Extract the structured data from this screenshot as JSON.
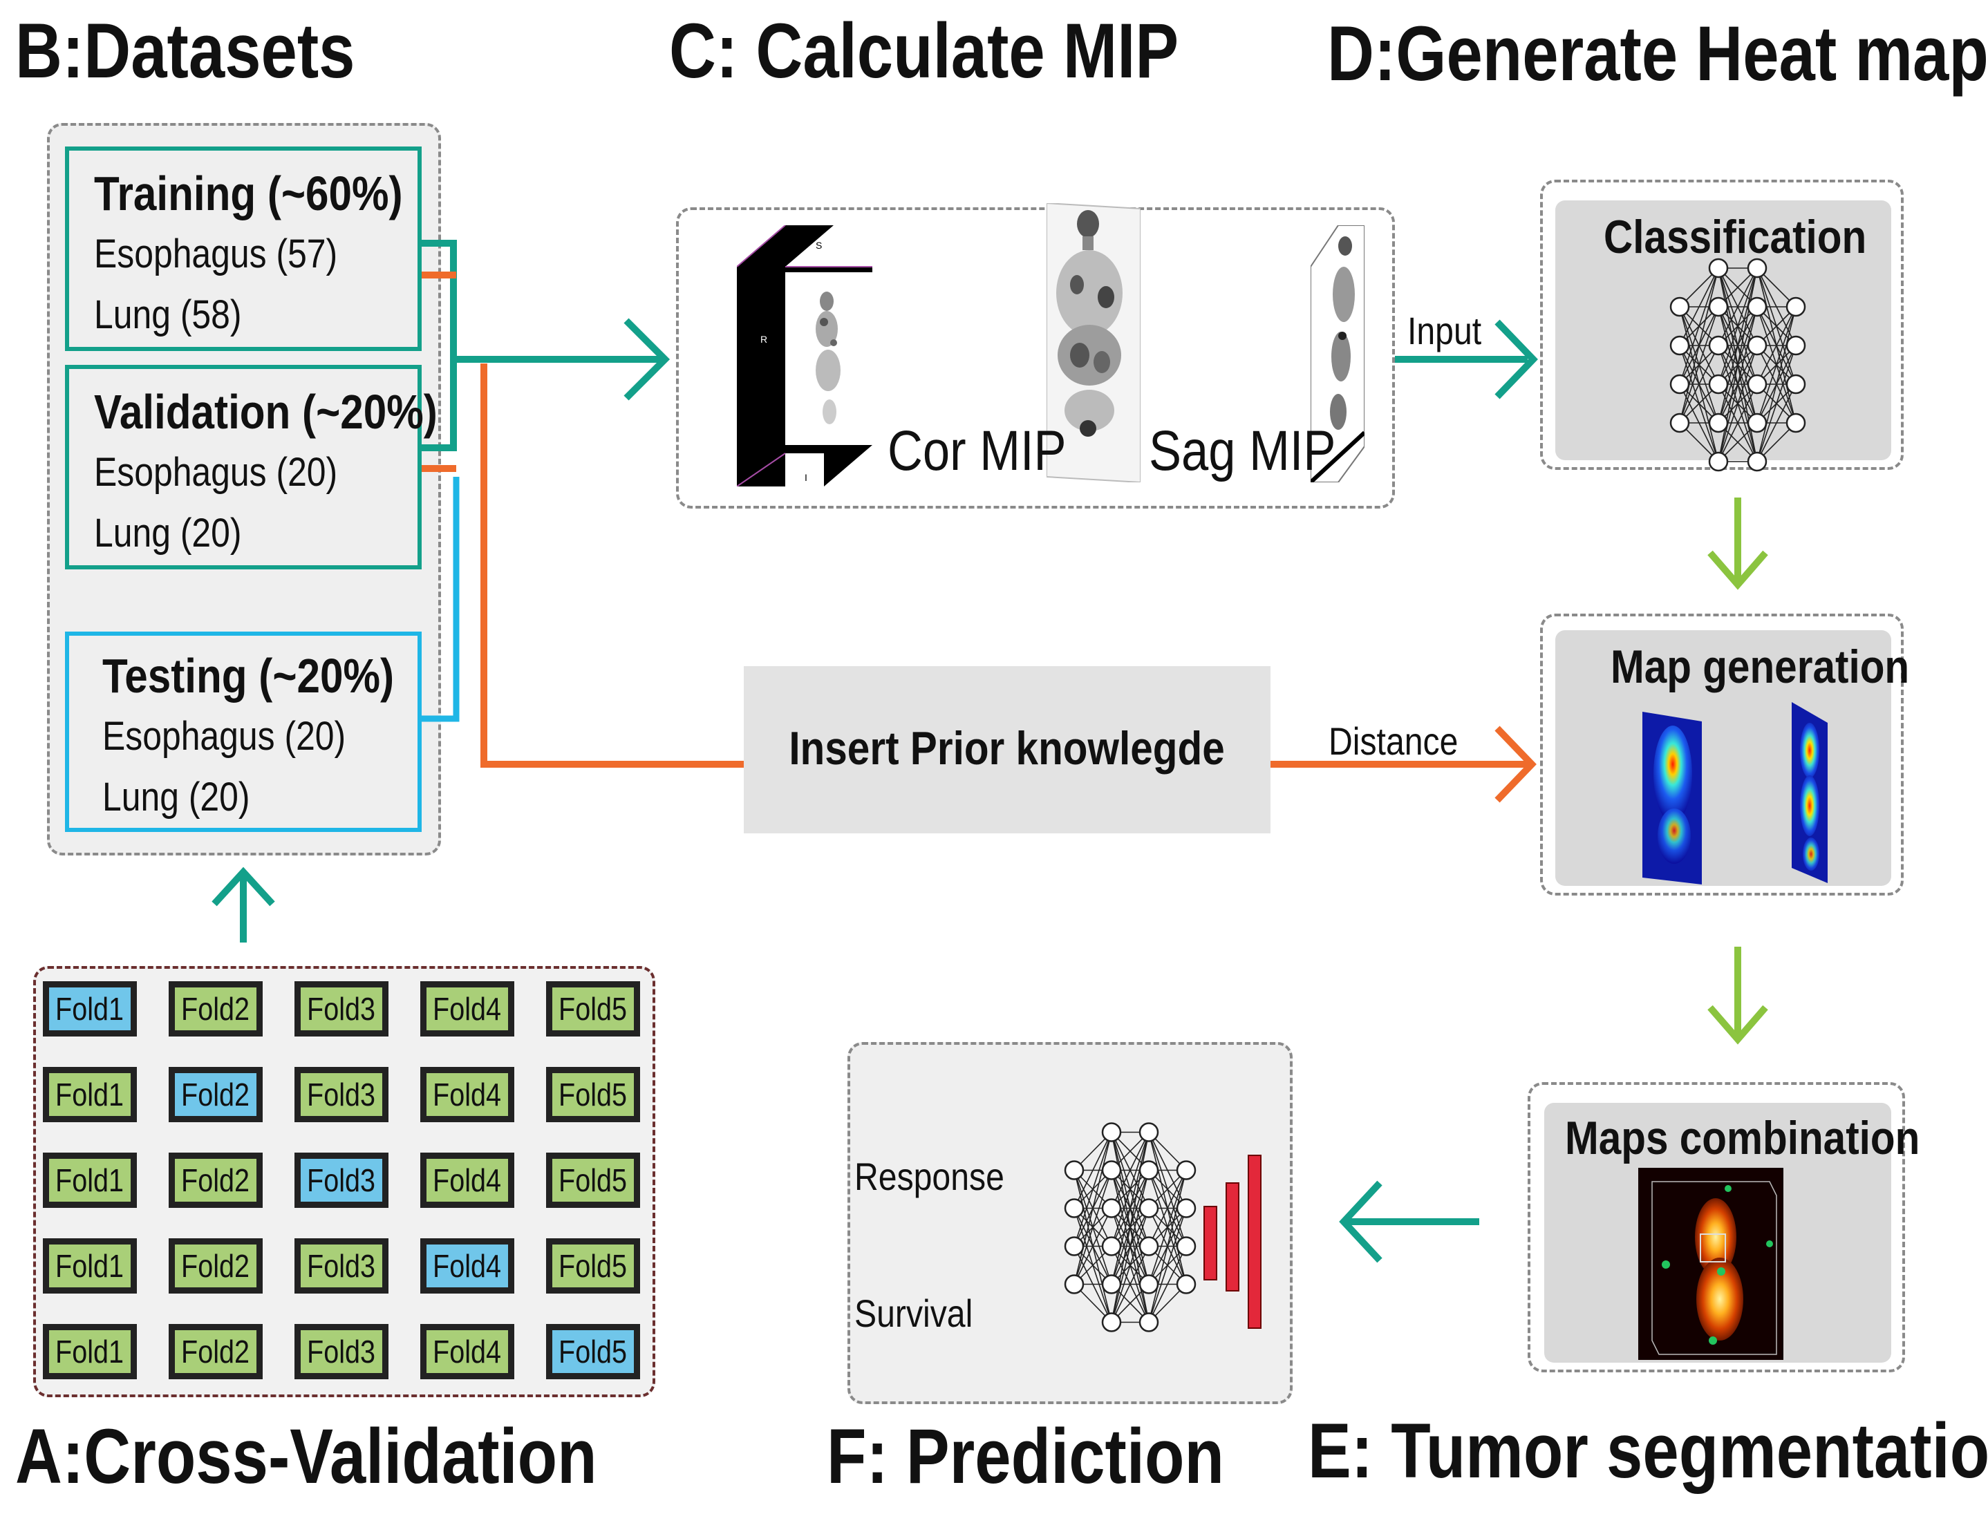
{
  "titles": {
    "datasets": "B:Datasets",
    "mip": "C: Calculate MIP",
    "heatmaps": "D:Generate Heat maps",
    "cross_validation": "A:Cross-Validation",
    "prediction": "F: Prediction",
    "tumor_segmentation": "E: Tumor segmentation"
  },
  "datasets": {
    "training": {
      "title": "Training (~60%)",
      "esophagus": "Esophagus (57)",
      "lung": "Lung (58)"
    },
    "validation": {
      "title": "Validation (~20%)",
      "esophagus": "Esophagus (20)",
      "lung": "Lung (20)"
    },
    "testing": {
      "title": "Testing (~20%)",
      "esophagus": "Esophagus (20)",
      "lung": "Lung (20)"
    }
  },
  "mip": {
    "cor_label": "Cor MIP",
    "sag_label": "Sag MIP",
    "volume_s": "S",
    "volume_r": "R",
    "volume_i": "I"
  },
  "heatmaps": {
    "classification": "Classification",
    "map_generation": "Map generation",
    "input_label": "Input",
    "distance_label": "Distance"
  },
  "prior": {
    "label": "Insert Prior knowlegde"
  },
  "segmentation": {
    "maps_combination": "Maps combination"
  },
  "prediction": {
    "response": "Response",
    "survival": "Survival"
  },
  "folds": {
    "labels": [
      "Fold1",
      "Fold2",
      "Fold3",
      "Fold4",
      "Fold5"
    ],
    "highlight_per_row": [
      0,
      1,
      2,
      3,
      4
    ]
  },
  "colors": {
    "teal": "#13a08a",
    "orange": "#ef6b2b",
    "light_blue": "#1fb6e6",
    "lime": "#8bc43f",
    "fold_green": "#a9cf78",
    "fold_blue": "#70c6ea",
    "dark_red_dash": "#6b2f2f",
    "bar_red": "#e3283a"
  }
}
